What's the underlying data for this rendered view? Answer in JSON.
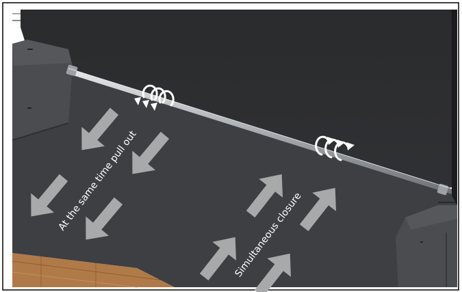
{
  "illustration": {
    "instruction_pull_out": "At the same time pull out",
    "instruction_closure": "Simultaneous closure",
    "colors": {
      "background": "#ffffff",
      "frame": "#000000",
      "cover_far": "#2c2d2f",
      "cover_near": "#3d3f42",
      "side_panel": "#4a4c50",
      "rod": "#b8bcc0",
      "arrow": "#a8a9ab",
      "wood": "#b07a48"
    },
    "icons": [
      "rotate-arrows-icon",
      "rotate-arrows-icon",
      "pull-out-arrow",
      "closure-arrow"
    ]
  }
}
